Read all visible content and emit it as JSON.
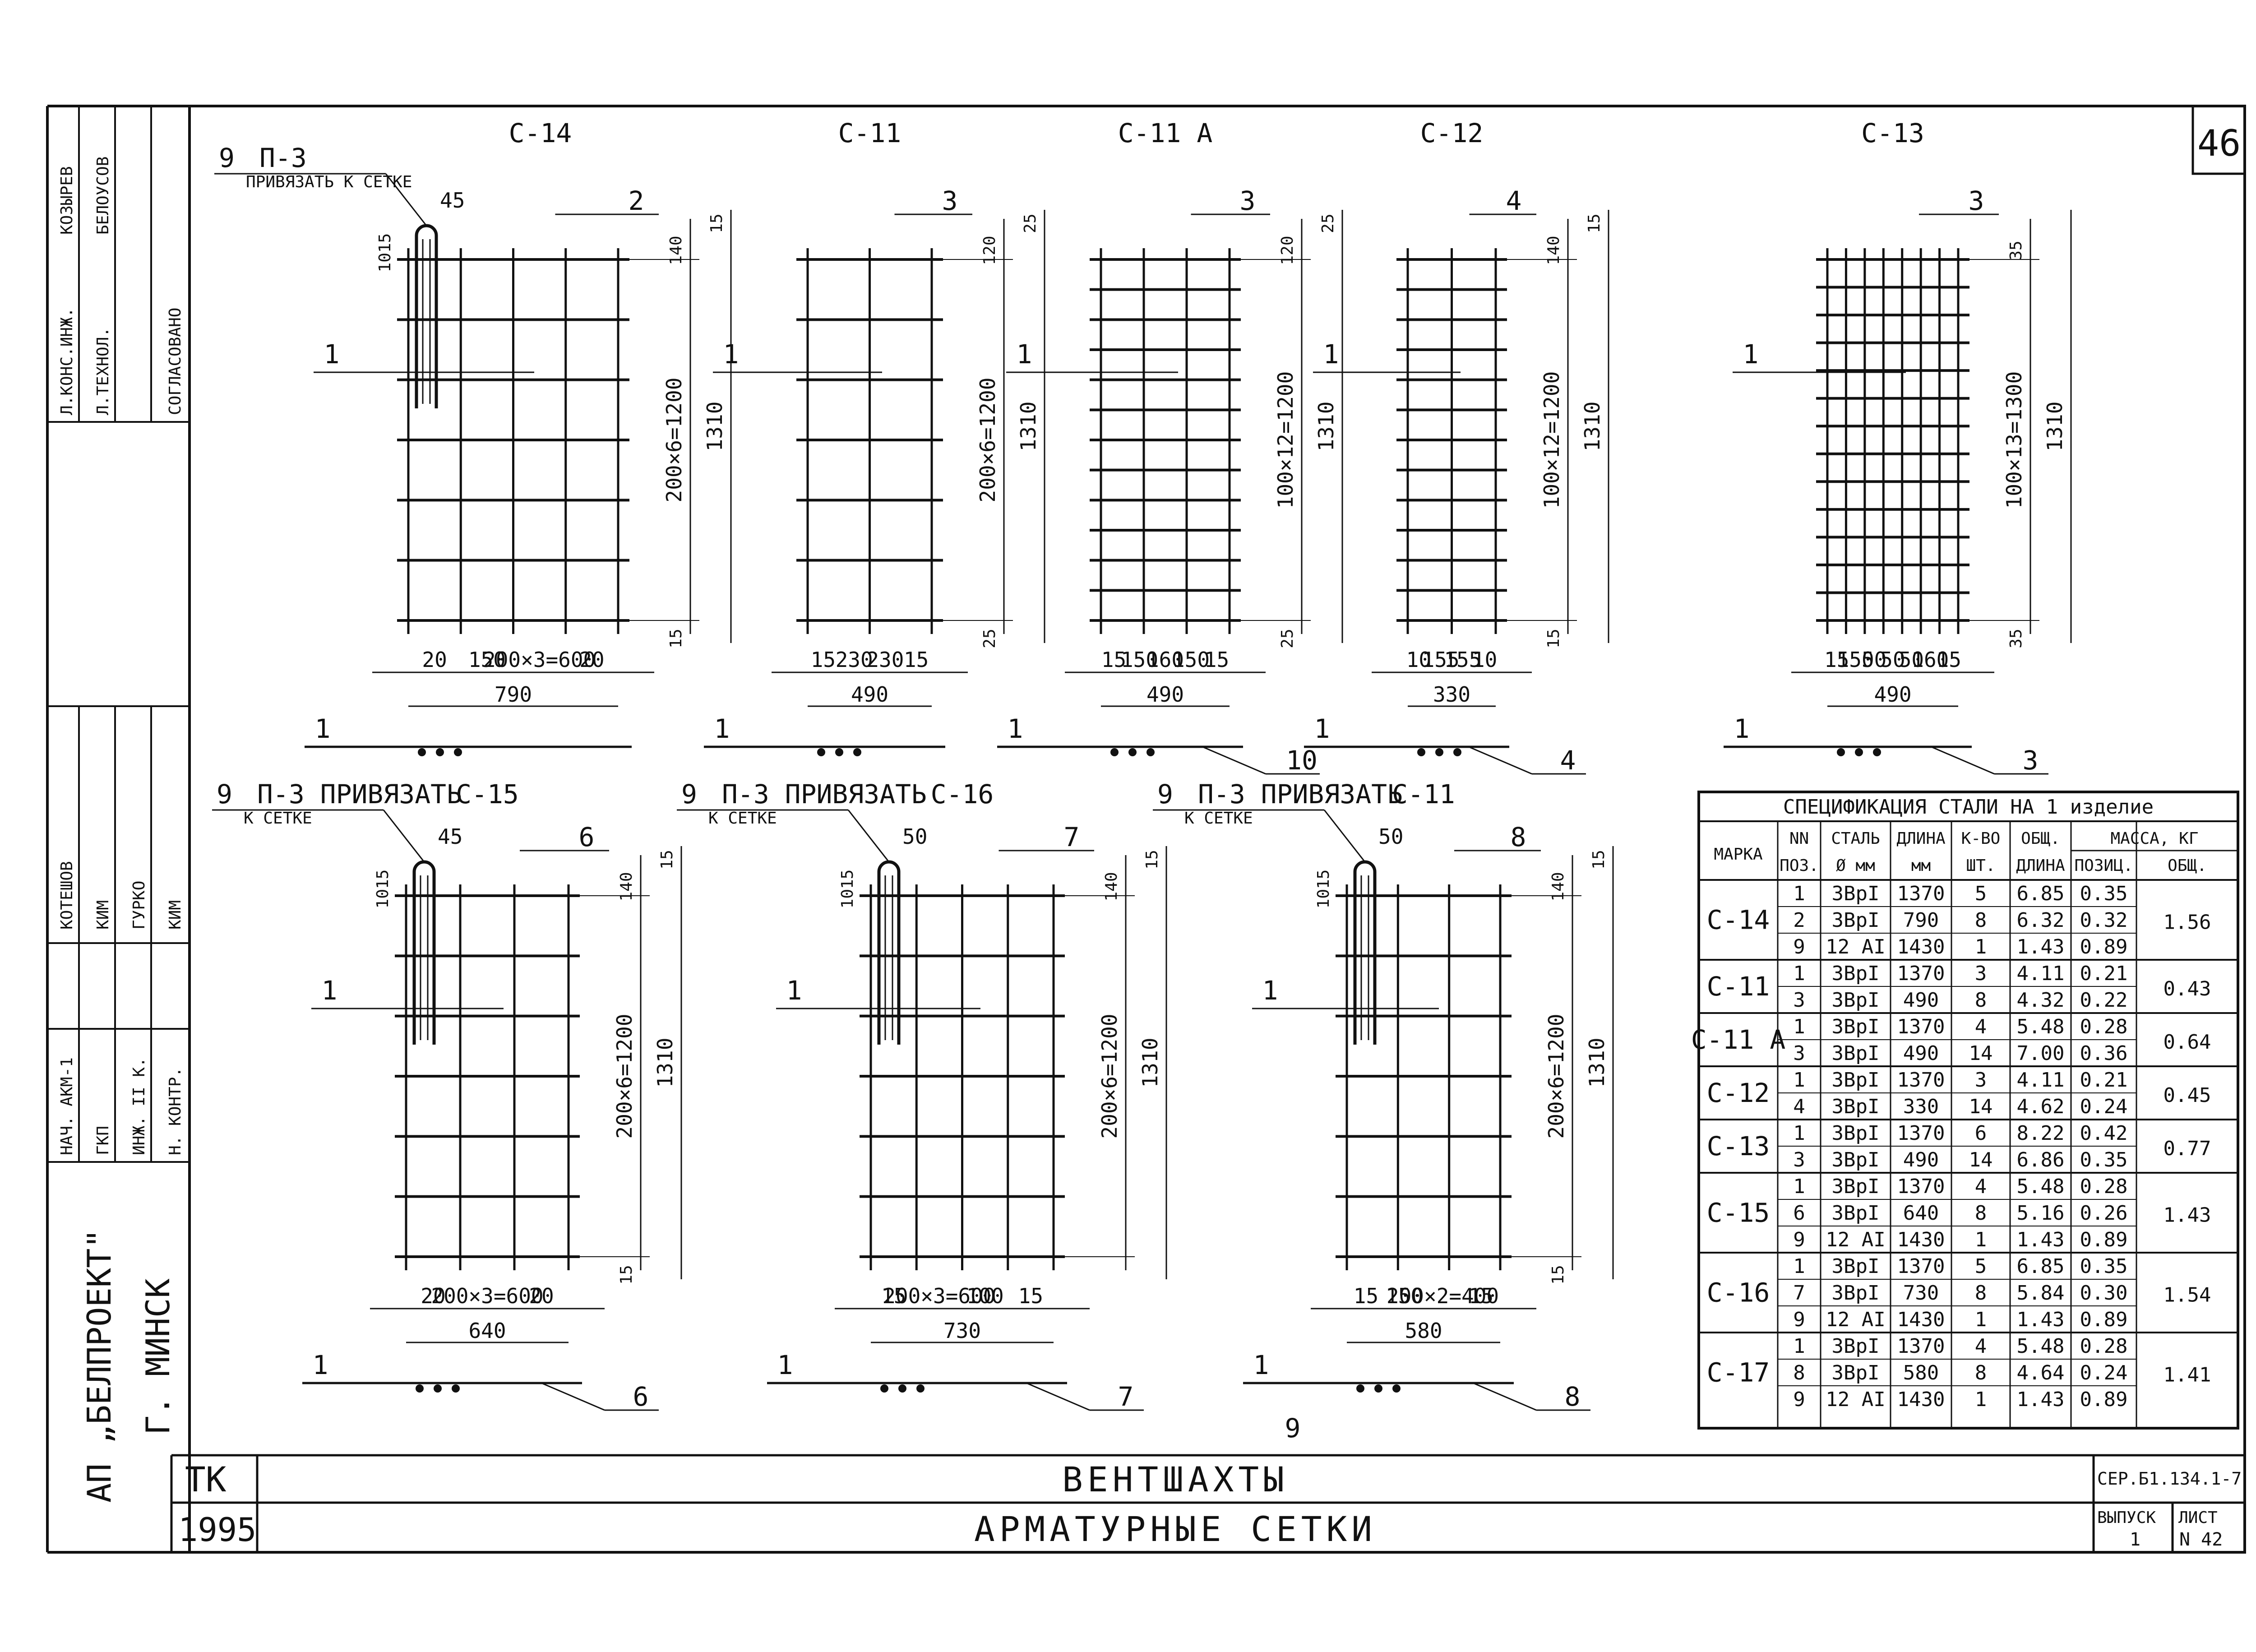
{
  "sheet": {
    "number": "46",
    "org": "АП „БЕЛПРОЕКТ\"",
    "city": "Г. МИНСК",
    "stage": "ТК",
    "year": "1995",
    "title": "ВЕНТШАХТЫ",
    "subtitle": "АРМАТУРНЫЕ СЕТКИ",
    "series": "СЕР.Б1.134.1-7",
    "issue_label": "ВЫПУСК",
    "issue": "1",
    "list_label": "ЛИСТ",
    "list": "N 42"
  },
  "approval": {
    "agreed": "СОГЛАСОВАНО",
    "role1": "Л.КОНС.ИНЖ.",
    "name1": "КОЗЫРЕВ",
    "role2": "Л.ТЕХНОЛ.",
    "name2": "БЕЛОУСОВ"
  },
  "stamp": {
    "roles": [
      "НАЧ. АКМ-1",
      "ГКП",
      "ИНЖ. II К.",
      "Н. КОНТР."
    ],
    "names": [
      "КОТЕШОВ",
      "КИМ",
      "ГУРКО",
      "КИМ"
    ]
  },
  "meshes": [
    {
      "name": "С-14",
      "d_vert": "200×6=1200",
      "d_total": "1310",
      "d_top": "140",
      "d_edge": "15",
      "d_bot": "15",
      "overall": "790",
      "pos_long": "1",
      "pos_cross": "2",
      "pos_loop": "9",
      "loop": "П-3",
      "attach": "ПРИВЯЗАТЬ К СЕТКЕ",
      "loop_w": "45",
      "loop_h": "1015",
      "bottom": [
        "20",
        "150",
        "200×3=600",
        "20"
      ]
    },
    {
      "name": "С-11",
      "d_vert": "200×6=1200",
      "d_total": "1310",
      "d_top": "120",
      "d_edge": "25",
      "d_bot": "25",
      "overall": "490",
      "pos_long": "1",
      "pos_cross": "3",
      "bottom": [
        "15",
        "230",
        "230",
        "15"
      ]
    },
    {
      "name": "С-11 А",
      "d_vert": "100×12=1200",
      "d_total": "1310",
      "d_top": "120",
      "d_edge": "25",
      "d_bot": "25",
      "overall": "490",
      "pos_long": "1",
      "pos_cross": "3",
      "pos_sec": "10",
      "bottom": [
        "15",
        "150",
        "160",
        "150",
        "15"
      ]
    },
    {
      "name": "С-12",
      "d_vert": "100×12=1200",
      "d_total": "1310",
      "d_top": "140",
      "d_edge": "15",
      "d_bot": "15",
      "overall": "330",
      "pos_long": "1",
      "pos_cross": "4",
      "pos_sec": "4",
      "bottom": [
        "10",
        "155",
        "155",
        "10"
      ]
    },
    {
      "name": "С-13",
      "d_vert": "100×13=1300",
      "d_total": "1310",
      "d_top": "35",
      "d_bot": "35",
      "overall": "490",
      "pos_long": "1",
      "pos_cross": "3",
      "pos_sec": "3",
      "bottom": [
        "15",
        "150",
        "50",
        "50",
        "50",
        "160",
        "15"
      ]
    },
    {
      "name": "С-15",
      "d_vert": "200×6=1200",
      "d_total": "1310",
      "d_top": "140",
      "d_edge": "15",
      "d_bot": "15",
      "overall": "640",
      "pos_long": "1",
      "pos_cross": "6",
      "pos_sec": "6",
      "pos_loop": "9",
      "loop": "П-3 ПРИВЯЗАТЬ",
      "attach": "К СЕТКЕ",
      "loop_w": "45",
      "loop_h": "1015",
      "bottom": [
        "20",
        "200×3=600",
        "20"
      ]
    },
    {
      "name": "С-16",
      "d_vert": "200×6=1200",
      "d_total": "1310",
      "d_top": "140",
      "d_edge": "15",
      "overall": "730",
      "pos_long": "1",
      "pos_cross": "7",
      "pos_sec": "7",
      "pos_loop": "9",
      "loop": "П-3 ПРИВЯЗАТЬ",
      "attach": "К СЕТКЕ",
      "loop_w": "50",
      "loop_h": "1015",
      "bottom": [
        "15",
        "200×3=600",
        "100",
        "15"
      ]
    },
    {
      "name": "С-11",
      "d_vert": "200×6=1200",
      "d_total": "1310",
      "d_top": "140",
      "d_edge": "15",
      "d_bot": "15",
      "overall": "580",
      "pos_long": "1",
      "pos_cross": "8",
      "pos_sec": "8",
      "pos_loop": "9",
      "pos_loop2": "9",
      "loop": "П-3 ПРИВЯЗАТЬ",
      "attach": "К СЕТКЕ",
      "loop_w": "50",
      "loop_h": "1015",
      "bottom": [
        "15",
        "150",
        "200×2=400",
        "15"
      ]
    }
  ],
  "spec": {
    "title": "СПЕЦИФИКАЦИЯ СТАЛИ НА 1 изделие",
    "headers": [
      "МАРКА",
      "NN ПОЗ.",
      "СТАЛЬ Ø мм",
      "ДЛИНА мм",
      "К-ВО ШТ.",
      "ОБЩ. ДЛИНА",
      "МАССА, КГ"
    ],
    "mass_sub": [
      "ПОЗИЦ.",
      "ОБЩ."
    ],
    "groups": [
      {
        "mark": "С-14",
        "total": "1.56",
        "rows": [
          [
            "1",
            "3ВрI",
            "1370",
            "5",
            "6.85",
            "0.35"
          ],
          [
            "2",
            "3ВрI",
            "790",
            "8",
            "6.32",
            "0.32"
          ],
          [
            "9",
            "12 AI",
            "1430",
            "1",
            "1.43",
            "0.89"
          ]
        ]
      },
      {
        "mark": "С-11",
        "total": "0.43",
        "rows": [
          [
            "1",
            "3ВрI",
            "1370",
            "3",
            "4.11",
            "0.21"
          ],
          [
            "3",
            "3ВрI",
            "490",
            "8",
            "4.32",
            "0.22"
          ]
        ]
      },
      {
        "mark": "С-11 А",
        "total": "0.64",
        "rows": [
          [
            "1",
            "3ВрI",
            "1370",
            "4",
            "5.48",
            "0.28"
          ],
          [
            "3",
            "3ВрI",
            "490",
            "14",
            "7.00",
            "0.36"
          ]
        ]
      },
      {
        "mark": "С-12",
        "total": "0.45",
        "rows": [
          [
            "1",
            "3ВрI",
            "1370",
            "3",
            "4.11",
            "0.21"
          ],
          [
            "4",
            "3ВрI",
            "330",
            "14",
            "4.62",
            "0.24"
          ]
        ]
      },
      {
        "mark": "С-13",
        "total": "0.77",
        "rows": [
          [
            "1",
            "3ВрI",
            "1370",
            "6",
            "8.22",
            "0.42"
          ],
          [
            "3",
            "3ВрI",
            "490",
            "14",
            "6.86",
            "0.35"
          ]
        ]
      },
      {
        "mark": "С-15",
        "total": "1.43",
        "rows": [
          [
            "1",
            "3ВрI",
            "1370",
            "4",
            "5.48",
            "0.28"
          ],
          [
            "6",
            "3ВрI",
            "640",
            "8",
            "5.16",
            "0.26"
          ],
          [
            "9",
            "12 AI",
            "1430",
            "1",
            "1.43",
            "0.89"
          ]
        ]
      },
      {
        "mark": "С-16",
        "total": "1.54",
        "rows": [
          [
            "1",
            "3ВрI",
            "1370",
            "5",
            "6.85",
            "0.35"
          ],
          [
            "7",
            "3ВрI",
            "730",
            "8",
            "5.84",
            "0.30"
          ],
          [
            "9",
            "12 AI",
            "1430",
            "1",
            "1.43",
            "0.89"
          ]
        ]
      },
      {
        "mark": "С-17",
        "total": "1.41",
        "rows": [
          [
            "1",
            "3ВрI",
            "1370",
            "4",
            "5.48",
            "0.28"
          ],
          [
            "8",
            "3ВрI",
            "580",
            "8",
            "4.64",
            "0.24"
          ],
          [
            "9",
            "12 AI",
            "1430",
            "1",
            "1.43",
            "0.89"
          ]
        ]
      }
    ]
  }
}
